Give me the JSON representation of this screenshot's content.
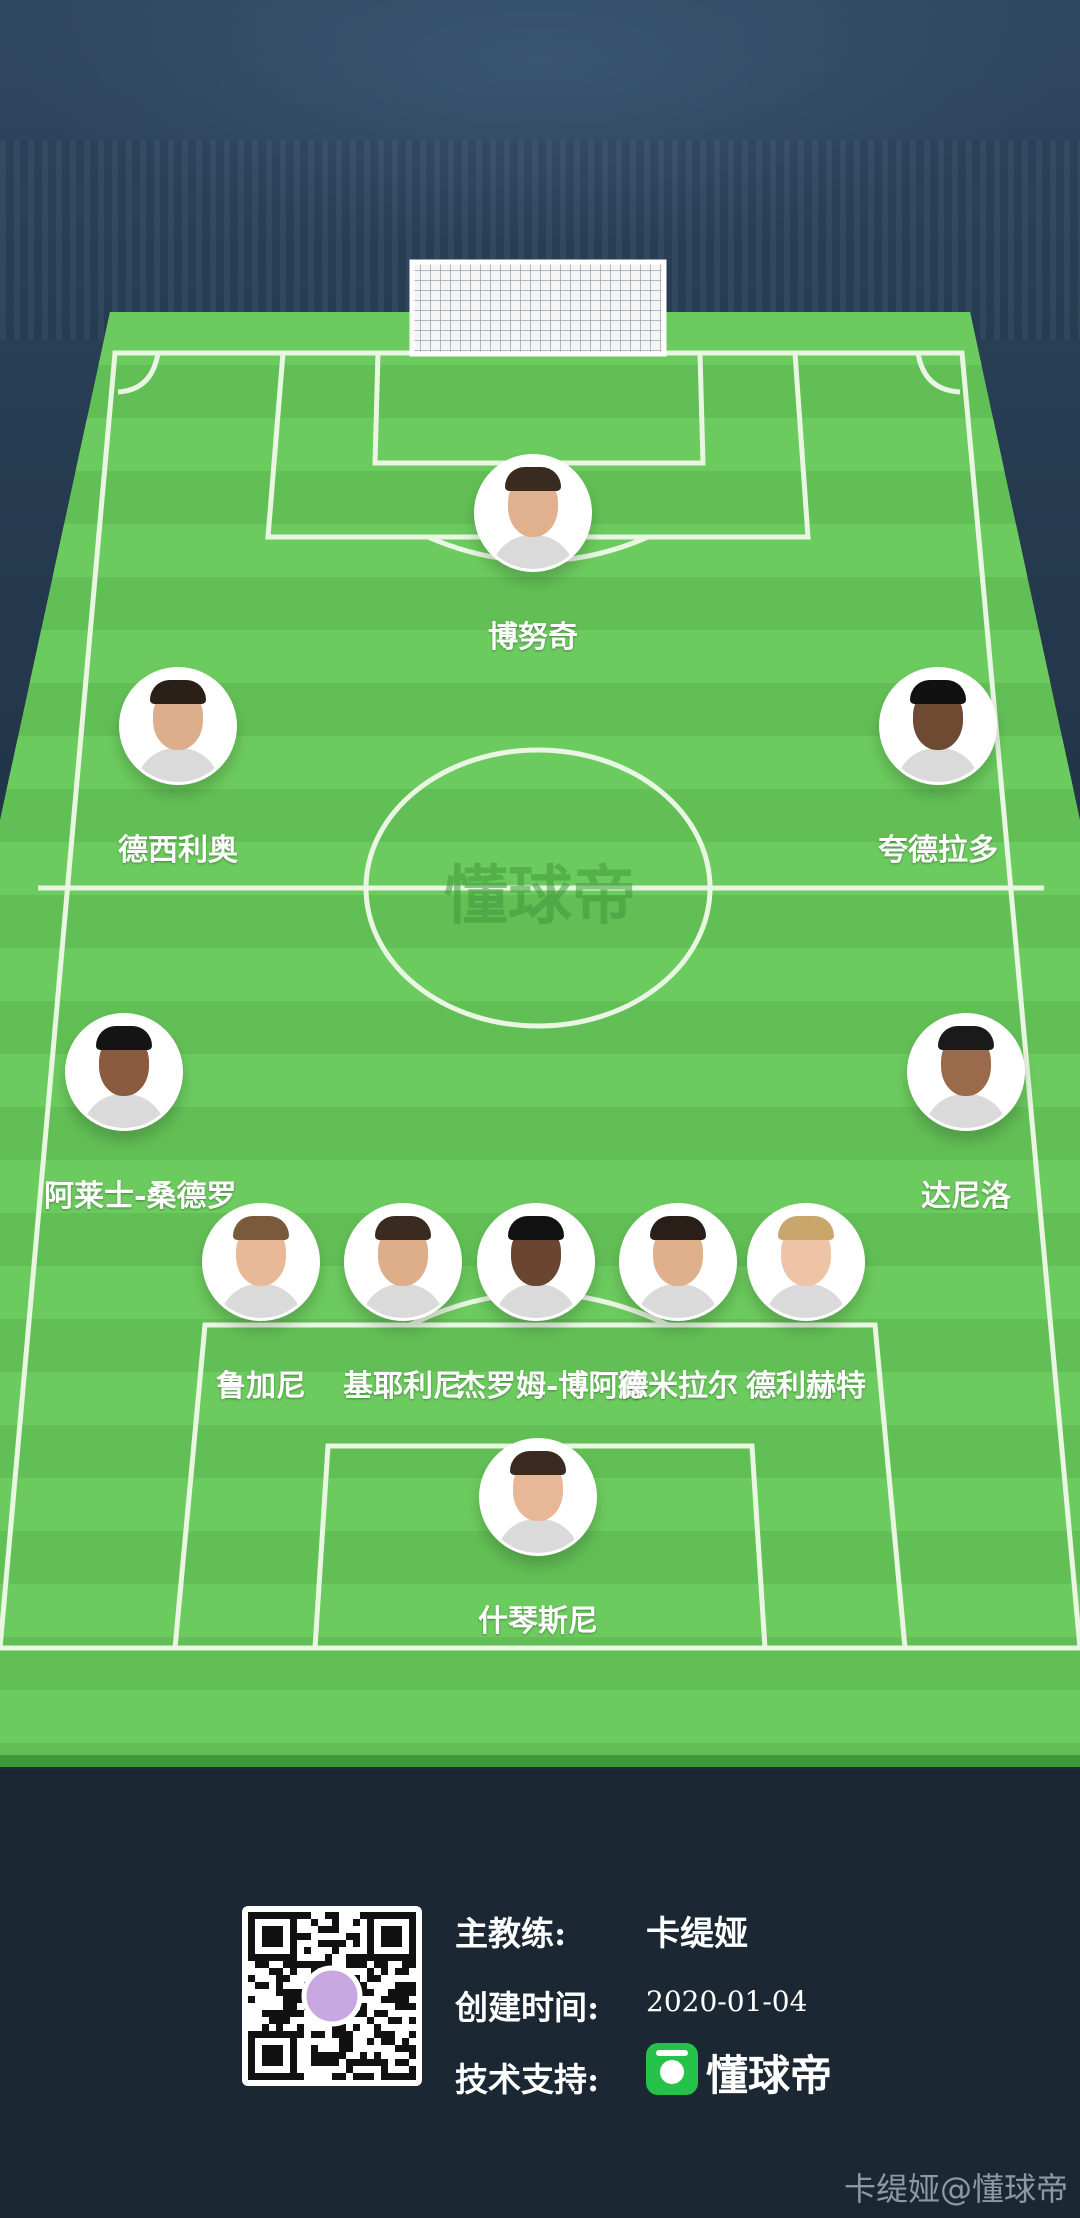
{
  "watermark_text": "懂球帝",
  "players": [
    {
      "id": "p1",
      "name": "博努奇",
      "shirt": "#dadada",
      "hair": "#3a2b20",
      "skin": "#e1b08f"
    },
    {
      "id": "p2",
      "name": "德西利奥",
      "shirt": "#dadada",
      "hair": "#2b2018",
      "skin": "#dcae8c"
    },
    {
      "id": "p3",
      "name": "夸德拉多",
      "shirt": "#dadada",
      "hair": "#111111",
      "skin": "#6e4a33"
    },
    {
      "id": "p4",
      "name": "阿莱士-桑德罗",
      "shirt": "#dadada",
      "hair": "#141414",
      "skin": "#8a5b3f"
    },
    {
      "id": "p5",
      "name": "达尼洛",
      "shirt": "#dadada",
      "hair": "#1a1a1a",
      "skin": "#9a6a4a"
    },
    {
      "id": "p6",
      "name": "鲁加尼",
      "shirt": "#dadada",
      "hair": "#7a5a3a",
      "skin": "#e8b999"
    },
    {
      "id": "p7",
      "name": "基耶利尼",
      "shirt": "#dadada",
      "hair": "#3a2a20",
      "skin": "#deae8b"
    },
    {
      "id": "p8",
      "name": "杰罗姆-博阿滕",
      "shirt": "#dadada",
      "hair": "#121212",
      "skin": "#6a4531"
    },
    {
      "id": "p9",
      "name": "德米拉尔",
      "shirt": "#dadada",
      "hair": "#2a1f18",
      "skin": "#e0b08d"
    },
    {
      "id": "p10",
      "name": "德利赫特",
      "shirt": "#dadada",
      "hair": "#c9a66b",
      "skin": "#efc3a6"
    },
    {
      "id": "p11",
      "name": "什琴斯尼",
      "shirt": "#dadada",
      "hair": "#3a2a20",
      "skin": "#e8b797"
    }
  ],
  "info": {
    "coach_label": "主教练:",
    "coach_value": "卡缇娅",
    "created_label": "创建时间:",
    "created_value": "2020-01-04",
    "support_label": "技术支持:",
    "support_brand": "懂球帝"
  },
  "corner_watermark": "卡缇娅@懂球帝",
  "colors": {
    "pitch_light": "#67c459",
    "pitch_dark": "#5eb952",
    "line": "#e9f6e2",
    "panel": "#1b2833"
  }
}
